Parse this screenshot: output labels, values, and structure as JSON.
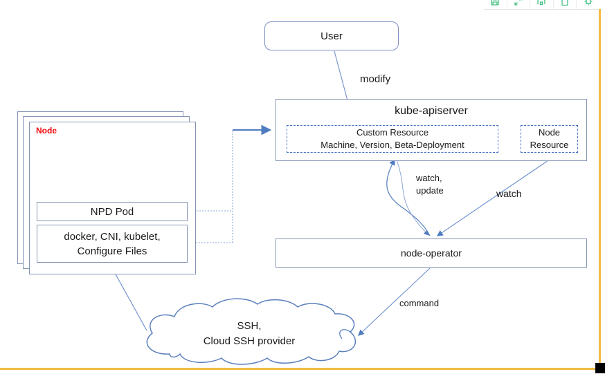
{
  "toolbar": {
    "icons": [
      "save-icon",
      "expand-icon",
      "download-icon",
      "file-icon",
      "settings-icon"
    ]
  },
  "user_box": {
    "label": "User"
  },
  "kube_apiserver": {
    "title": "kube-apiserver",
    "custom_resource": {
      "line1": "Custom Resource",
      "line2": "Machine, Version, Beta-Deployment"
    },
    "node_resource": {
      "line1": "Node",
      "line2": "Resource"
    }
  },
  "node_stack": {
    "label": "Node",
    "npd_pod": "NPD Pod",
    "components": {
      "line1": "docker, CNI, kubelet,",
      "line2": "Configure Files"
    }
  },
  "node_operator": {
    "label": "node-operator"
  },
  "cloud": {
    "line1": "SSH,",
    "line2": "Cloud SSH provider"
  },
  "edge_labels": {
    "modify": "modify",
    "watch_update_line1": "watch,",
    "watch_update_line2": "update",
    "watch": "watch",
    "command": "command"
  },
  "colors": {
    "box_border": "#8494b4",
    "dashed_border": "#4472c4",
    "arrow_blue": "#4f7cc0",
    "node_label_red": "#f00707",
    "frame_yellow": "#f2bc42",
    "toolbar_icon_green": "#3fbf7f"
  }
}
